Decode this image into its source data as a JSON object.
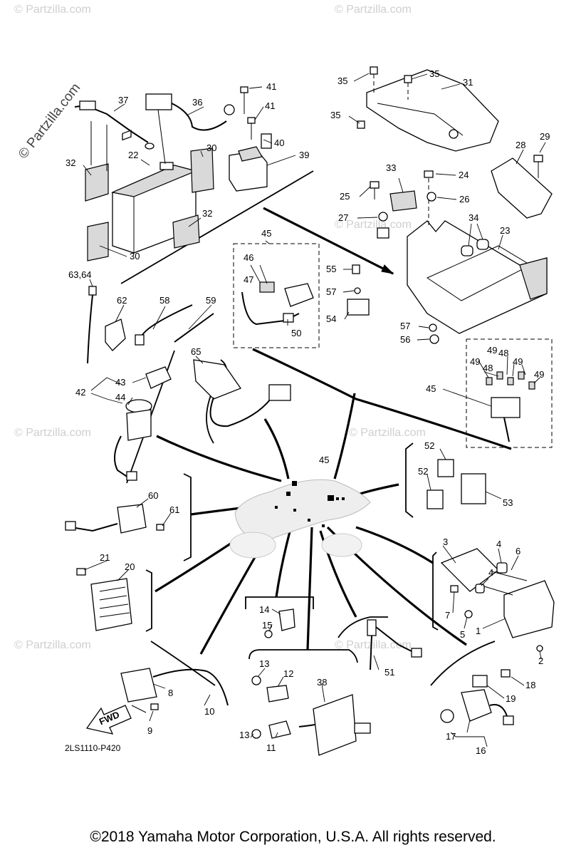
{
  "watermark": "© Partzilla.com",
  "faint_watermark": "© Partzilla.com",
  "diagram_code": "2LS1110-P420",
  "fwd_label": "FWD",
  "copyright": "©2018 Yamaha Motor Corporation, U.S.A. All rights reserved.",
  "callouts": {
    "c1": "1",
    "c2": "2",
    "c3": "3",
    "c4a": "4",
    "c4b": "4",
    "c5": "5",
    "c6": "6",
    "c7": "7",
    "c8": "8",
    "c9": "9",
    "c10": "10",
    "c11": "11",
    "c12": "12",
    "c13a": "13",
    "c13b": "13",
    "c14": "14",
    "c15": "15",
    "c16": "16",
    "c17": "17",
    "c18": "18",
    "c19": "19",
    "c20": "20",
    "c21": "21",
    "c22": "22",
    "c23": "23",
    "c24": "24",
    "c25": "25",
    "c26": "26",
    "c27": "27",
    "c28": "28",
    "c29": "29",
    "c30a": "30",
    "c30b": "30",
    "c31": "31",
    "c32a": "32",
    "c32b": "32",
    "c33": "33",
    "c34": "34",
    "c35a": "35",
    "c35b": "35",
    "c35c": "35",
    "c36": "36",
    "c37": "37",
    "c38": "38",
    "c39": "39",
    "c40": "40",
    "c41a": "41",
    "c41b": "41",
    "c42": "42",
    "c43": "43",
    "c44": "44",
    "c45a": "45",
    "c45b": "45",
    "c45c": "45",
    "c46": "46",
    "c47": "47",
    "c48a": "48",
    "c48b": "48",
    "c49a": "49",
    "c49b": "49",
    "c49c": "49",
    "c49d": "49",
    "c50": "50",
    "c51": "51",
    "c52a": "52",
    "c52b": "52",
    "c53": "53",
    "c54": "54",
    "c55": "55",
    "c56": "56",
    "c57a": "57",
    "c57b": "57",
    "c58": "58",
    "c59": "59",
    "c60": "60",
    "c61": "61",
    "c62": "62",
    "c63": "63,64",
    "c65": "65"
  }
}
